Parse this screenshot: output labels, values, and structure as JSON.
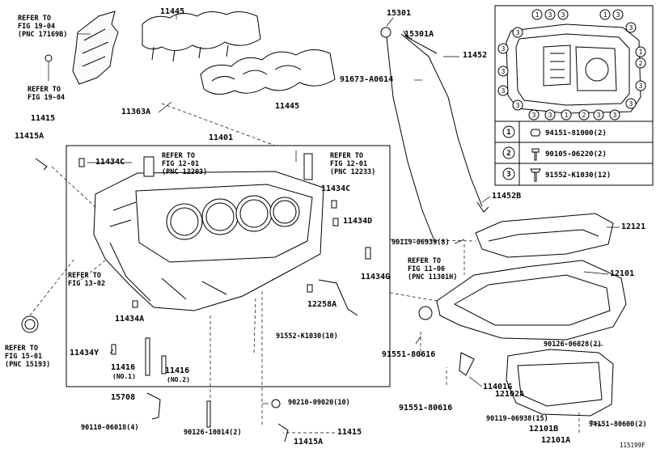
{
  "diagram_id": "115199F",
  "labels": [
    {
      "key": "11445_top",
      "text": "11445"
    },
    {
      "key": "11445_bot",
      "text": "11445"
    },
    {
      "key": "15301",
      "text": "15301"
    },
    {
      "key": "15301A",
      "text": "15301A"
    },
    {
      "key": "11452",
      "text": "11452"
    },
    {
      "key": "91673",
      "text": "91673-A0614"
    },
    {
      "key": "11363A",
      "text": "11363A"
    },
    {
      "key": "11415_top",
      "text": "11415"
    },
    {
      "key": "11415A_top",
      "text": "11415A"
    },
    {
      "key": "11401",
      "text": "11401"
    },
    {
      "key": "11434C_a",
      "text": "11434C"
    },
    {
      "key": "11434C_b",
      "text": "11434C"
    },
    {
      "key": "11434D",
      "text": "11434D"
    },
    {
      "key": "11434G",
      "text": "11434G"
    },
    {
      "key": "11434A",
      "text": "11434A"
    },
    {
      "key": "11434Y",
      "text": "11434Y"
    },
    {
      "key": "12258A",
      "text": "12258A"
    },
    {
      "key": "91552_10",
      "text": "91552-K1030(10)"
    },
    {
      "key": "11416_1",
      "text": "11416"
    },
    {
      "key": "11416_1n",
      "text": "(NO.1)"
    },
    {
      "key": "11416_2",
      "text": "11416"
    },
    {
      "key": "11416_2n",
      "text": "(NO.2)"
    },
    {
      "key": "11452B",
      "text": "11452B"
    },
    {
      "key": "12121",
      "text": "12121"
    },
    {
      "key": "90119_8",
      "text": "90119-06939(8)"
    },
    {
      "key": "12101_a",
      "text": "12101"
    },
    {
      "key": "91551_a",
      "text": "91551-80616"
    },
    {
      "key": "90126_2",
      "text": "90126-06028(2)"
    },
    {
      "key": "11401G",
      "text": "11401G"
    },
    {
      "key": "91551_b",
      "text": "91551-80616"
    },
    {
      "key": "12102A",
      "text": "12102A"
    },
    {
      "key": "90119_15",
      "text": "90119-06938(15)"
    },
    {
      "key": "12101B",
      "text": "12101B"
    },
    {
      "key": "94151_2",
      "text": "94151-80600(2)"
    },
    {
      "key": "12101A",
      "text": "12101A"
    },
    {
      "key": "15708",
      "text": "15708"
    },
    {
      "key": "90110",
      "text": "90110-06018(4)"
    },
    {
      "key": "90126_10014",
      "text": "90126-10014(2)"
    },
    {
      "key": "90210",
      "text": "90210-09020(10)"
    },
    {
      "key": "11415_bot",
      "text": "11415"
    },
    {
      "key": "11415A_bot",
      "text": "11415A"
    },
    {
      "key": "corner",
      "text": "115199F"
    }
  ],
  "refs": [
    {
      "key": "ref_19_04a",
      "lines": [
        "REFER TO",
        "FIG 19-04",
        "(PNC 17169B)"
      ]
    },
    {
      "key": "ref_19_04b",
      "lines": [
        "REFER TO",
        "FIG 19-04"
      ]
    },
    {
      "key": "ref_12_01a",
      "lines": [
        "REFER TO",
        "FIG 12-01",
        "(PNC 12203)"
      ]
    },
    {
      "key": "ref_12_01b",
      "lines": [
        "REFER TO",
        "FIG 12-01",
        "(PNC 12233)"
      ]
    },
    {
      "key": "ref_13_02",
      "lines": [
        "REFER TO",
        "FIG 13-02"
      ]
    },
    {
      "key": "ref_15_01",
      "lines": [
        "REFER TO",
        "FIG 15-01",
        "(PNC 15193)"
      ]
    },
    {
      "key": "ref_11_06",
      "lines": [
        "REFER TO",
        "FIG 11-06",
        "(PNC 11301H)"
      ]
    }
  ],
  "legend": {
    "rows": [
      {
        "num": "1",
        "part": "94151-81000(2)"
      },
      {
        "num": "2",
        "part": "90105-06220(2)"
      },
      {
        "num": "3",
        "part": "91552-K1030(12)"
      }
    ],
    "callouts": [
      "1",
      "3",
      "3",
      "1",
      "3",
      "3",
      "1",
      "2",
      "3",
      "3",
      "3",
      "3",
      "2",
      "1",
      "3",
      "3",
      "3",
      "3",
      "3",
      "3",
      "3"
    ]
  }
}
